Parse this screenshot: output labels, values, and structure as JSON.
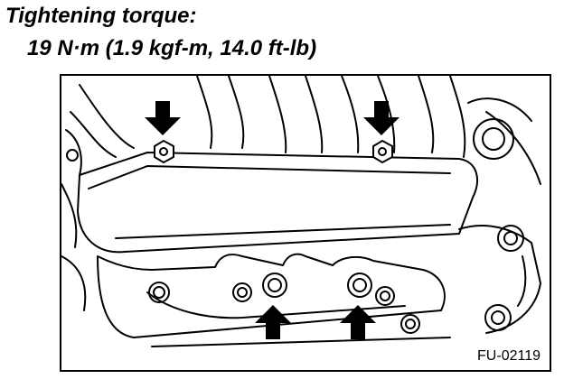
{
  "heading": {
    "title": "Tightening torque:",
    "spec": "19 N·m (1.9 kgf-m, 14.0 ft-lb)"
  },
  "figure": {
    "id": "FU-02119",
    "arrow_color": "#000000",
    "line_color": "#000000",
    "arrows": [
      {
        "name": "top-left",
        "direction": "down"
      },
      {
        "name": "top-right",
        "direction": "down"
      },
      {
        "name": "bottom-left",
        "direction": "up"
      },
      {
        "name": "bottom-right",
        "direction": "up"
      }
    ]
  }
}
